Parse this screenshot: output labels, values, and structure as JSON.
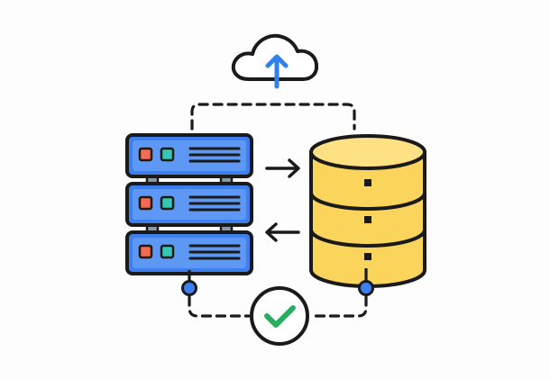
{
  "illustration": {
    "concept": "server-database-cloud-sync",
    "icons": [
      "cloud-upload-icon",
      "server-rack-icon",
      "database-icon",
      "arrow-right-icon",
      "arrow-left-icon",
      "checkmark-icon"
    ],
    "server_units": 3,
    "database_layers": 3
  },
  "colors": {
    "background": "#fdfdfd",
    "outline": "#1a1a1a",
    "server_blue": "#3e7ff0",
    "server_inner_blue": "#5e98f5",
    "database_yellow": "#fbd55b",
    "database_top": "#fde183",
    "cloud_arrow_blue": "#2f80ed",
    "check_green": "#27ae60",
    "led_red": "#f26b52",
    "led_teal": "#36c6b8",
    "connector_dot": "#3e7ff0"
  }
}
